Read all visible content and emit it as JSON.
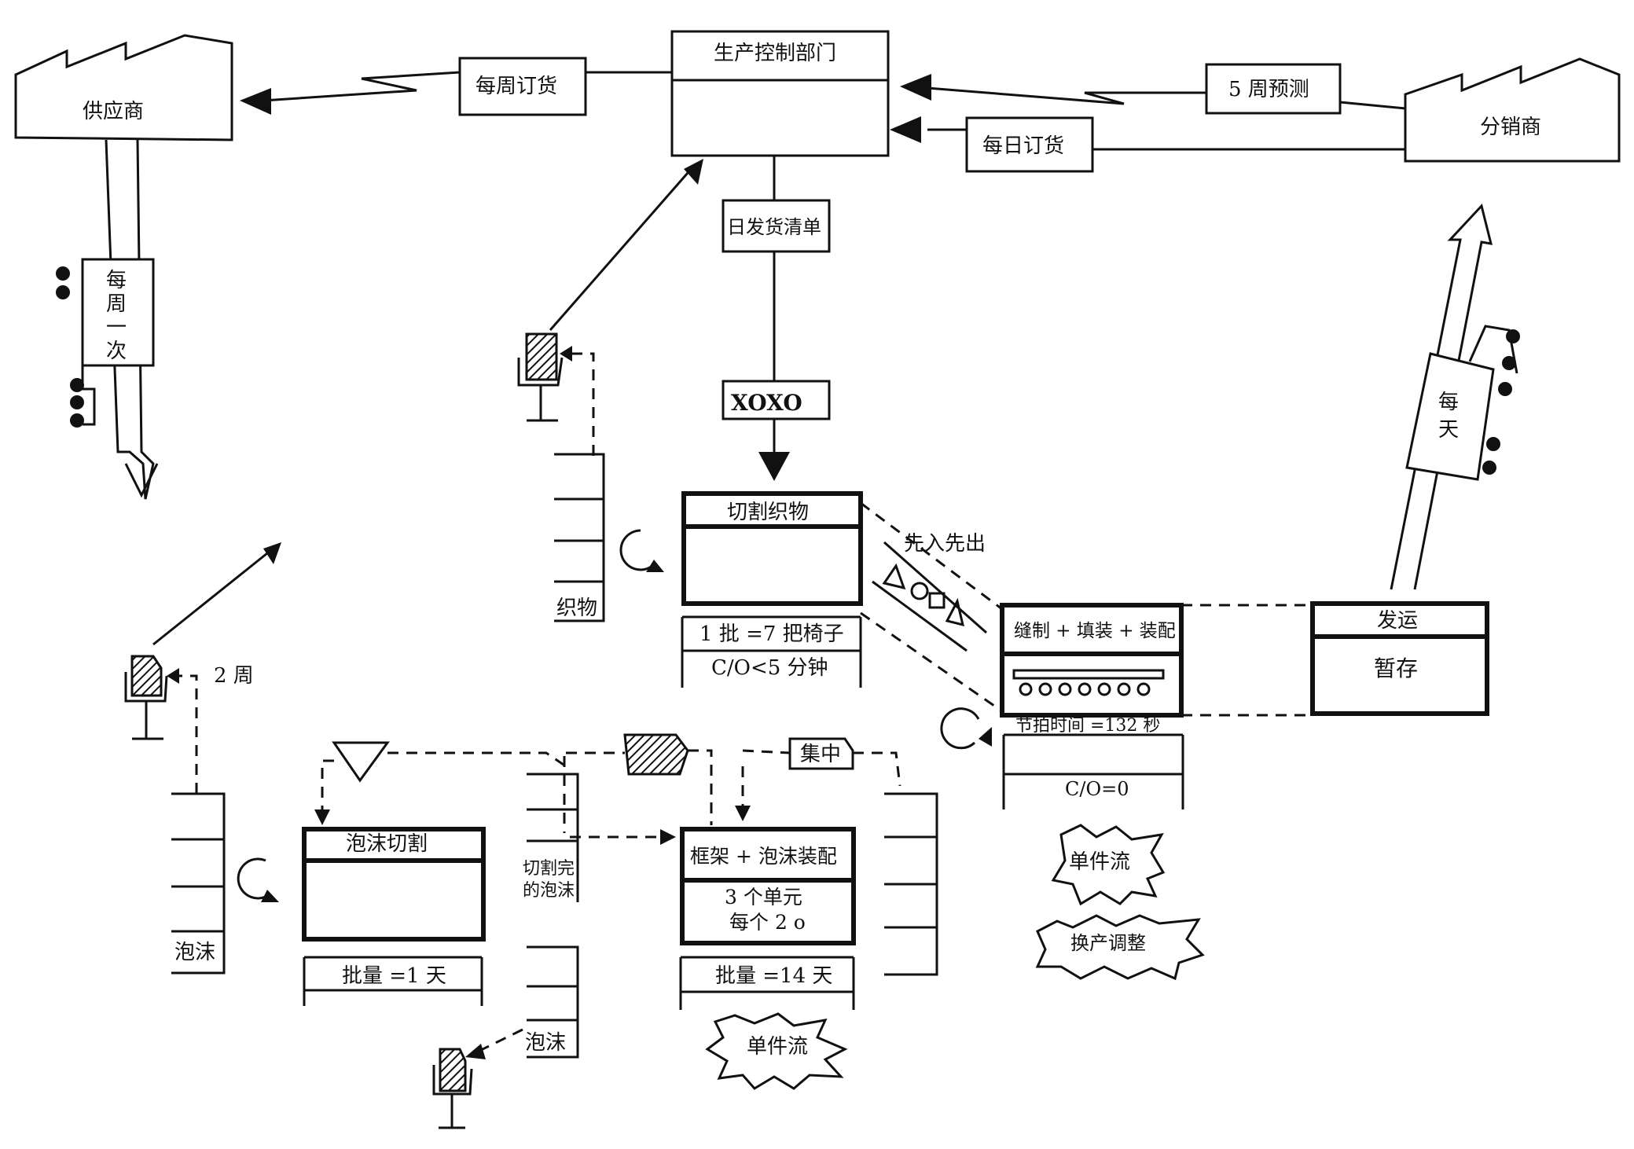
{
  "facilities": {
    "supplier": "供应商",
    "distributor": "分销商"
  },
  "control": {
    "title": "生产控制部门"
  },
  "info_flows": {
    "weekly_order": "每周订货",
    "forecast": "5 周预测",
    "daily_order": "每日订货",
    "daily_ship_list": "日发货清单",
    "leveling": "XOXO"
  },
  "trucks": {
    "supplier_truck": [
      "每",
      "周",
      "一",
      "次"
    ],
    "distributor_truck": [
      "每",
      "天"
    ]
  },
  "inventory": {
    "fabric": "织物",
    "foam": "泡沫",
    "cut_foam": [
      "切割完",
      "的泡沫"
    ],
    "foam_lower": "泡沫"
  },
  "kanban": {
    "two_weeks": "2 周",
    "concentrate": "集中"
  },
  "processes": {
    "cut_fabric": {
      "title": "切割织物",
      "data": [
        "1 批 =7 把椅子",
        "C/O<5 分钟"
      ]
    },
    "fifo": "先入先出",
    "sew": {
      "title": "缝制 + 填装 + 装配",
      "data": [
        "节拍时间 =132 秒",
        "",
        "C/O=0"
      ]
    },
    "ship": {
      "title": "发运",
      "body": "暂存"
    },
    "foam_cut": {
      "title": "泡沫切割",
      "data": [
        "批量 =1 天"
      ]
    },
    "frame_assembly": {
      "title": "框架 + 泡沫装配",
      "body": [
        "3 个单元",
        "每个 2 o"
      ],
      "data": [
        "批量 =14 天"
      ]
    }
  },
  "kaizen": {
    "one_piece_flow_right": "单件流",
    "changeover": "换产调整",
    "one_piece_flow_bottom": "单件流"
  },
  "icons": [
    "factory-icon",
    "truck-icon",
    "kanban-post-icon",
    "supermarket-icon",
    "withdrawal-kanban-icon",
    "production-kanban-icon",
    "signal-kanban-icon",
    "pull-circle-icon",
    "kaizen-burst-icon",
    "fifo-lane-icon",
    "electronic-info-arrow-icon"
  ]
}
